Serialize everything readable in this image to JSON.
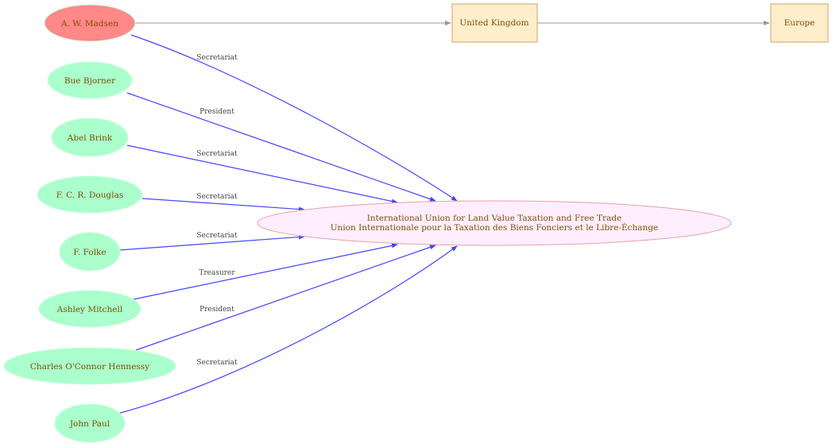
{
  "colors": {
    "person_fill": "#aaffcc",
    "highlight_fill": "#ff8888",
    "org_fill": "#ffeeff",
    "org_stroke": "#e8a0a8",
    "place_fill": "#ffeecc",
    "place_stroke": "#d4a060",
    "edge": "#4444ff",
    "place_edge": "#999999"
  },
  "nodes": {
    "madsen": "A. W. Madsen",
    "bjorner": "Bue Bjorner",
    "brink": "Abel Brink",
    "douglas": "F. C. R. Douglas",
    "folke": "F. Folke",
    "mitchell": "Ashley Mitchell",
    "hennessy": "Charles O'Connor Hennessy",
    "paul": "John Paul",
    "union_line1": "International Union for Land Value Taxation and Free Trade",
    "union_line2": "Union Internationale pour la Taxation des Biens Fonciers et le Libre-Échange",
    "uk": "United Kingdom",
    "europe": "Europe"
  },
  "edges": {
    "madsen": "Secretariat",
    "bjorner": "President",
    "brink": "Secretariat",
    "douglas": "Secretariat",
    "folke": "Secretariat",
    "mitchell": "Treasurer",
    "hennessy": "President",
    "paul": "Secretariat"
  }
}
